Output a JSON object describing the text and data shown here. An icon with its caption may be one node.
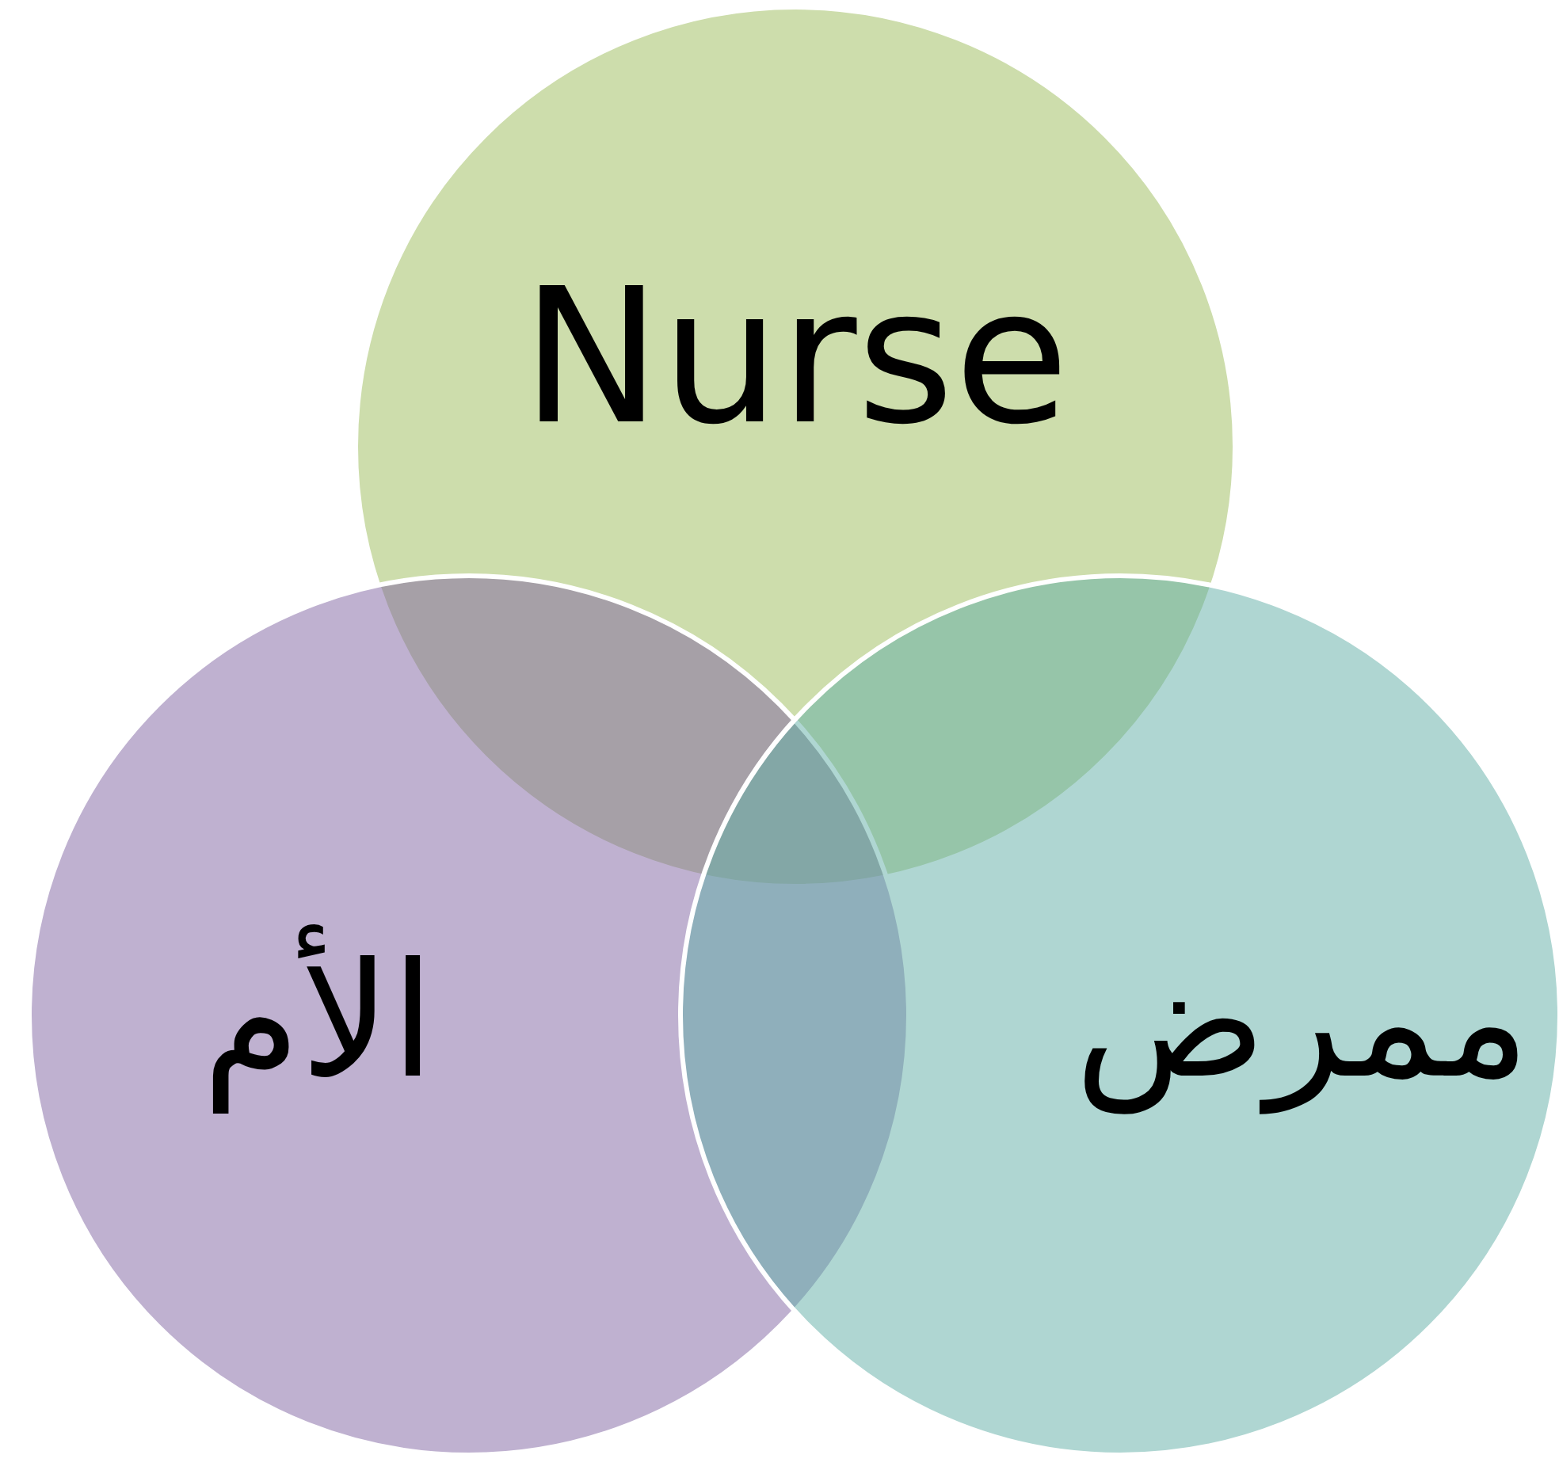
{
  "diagram": {
    "nodes": [
      {
        "text": [
          "Nurse"
        ]
      },
      {
        "text": [
          "الأم"
        ]
      },
      {
        "text": [
          "ممرض"
        ]
      }
    ]
  }
}
